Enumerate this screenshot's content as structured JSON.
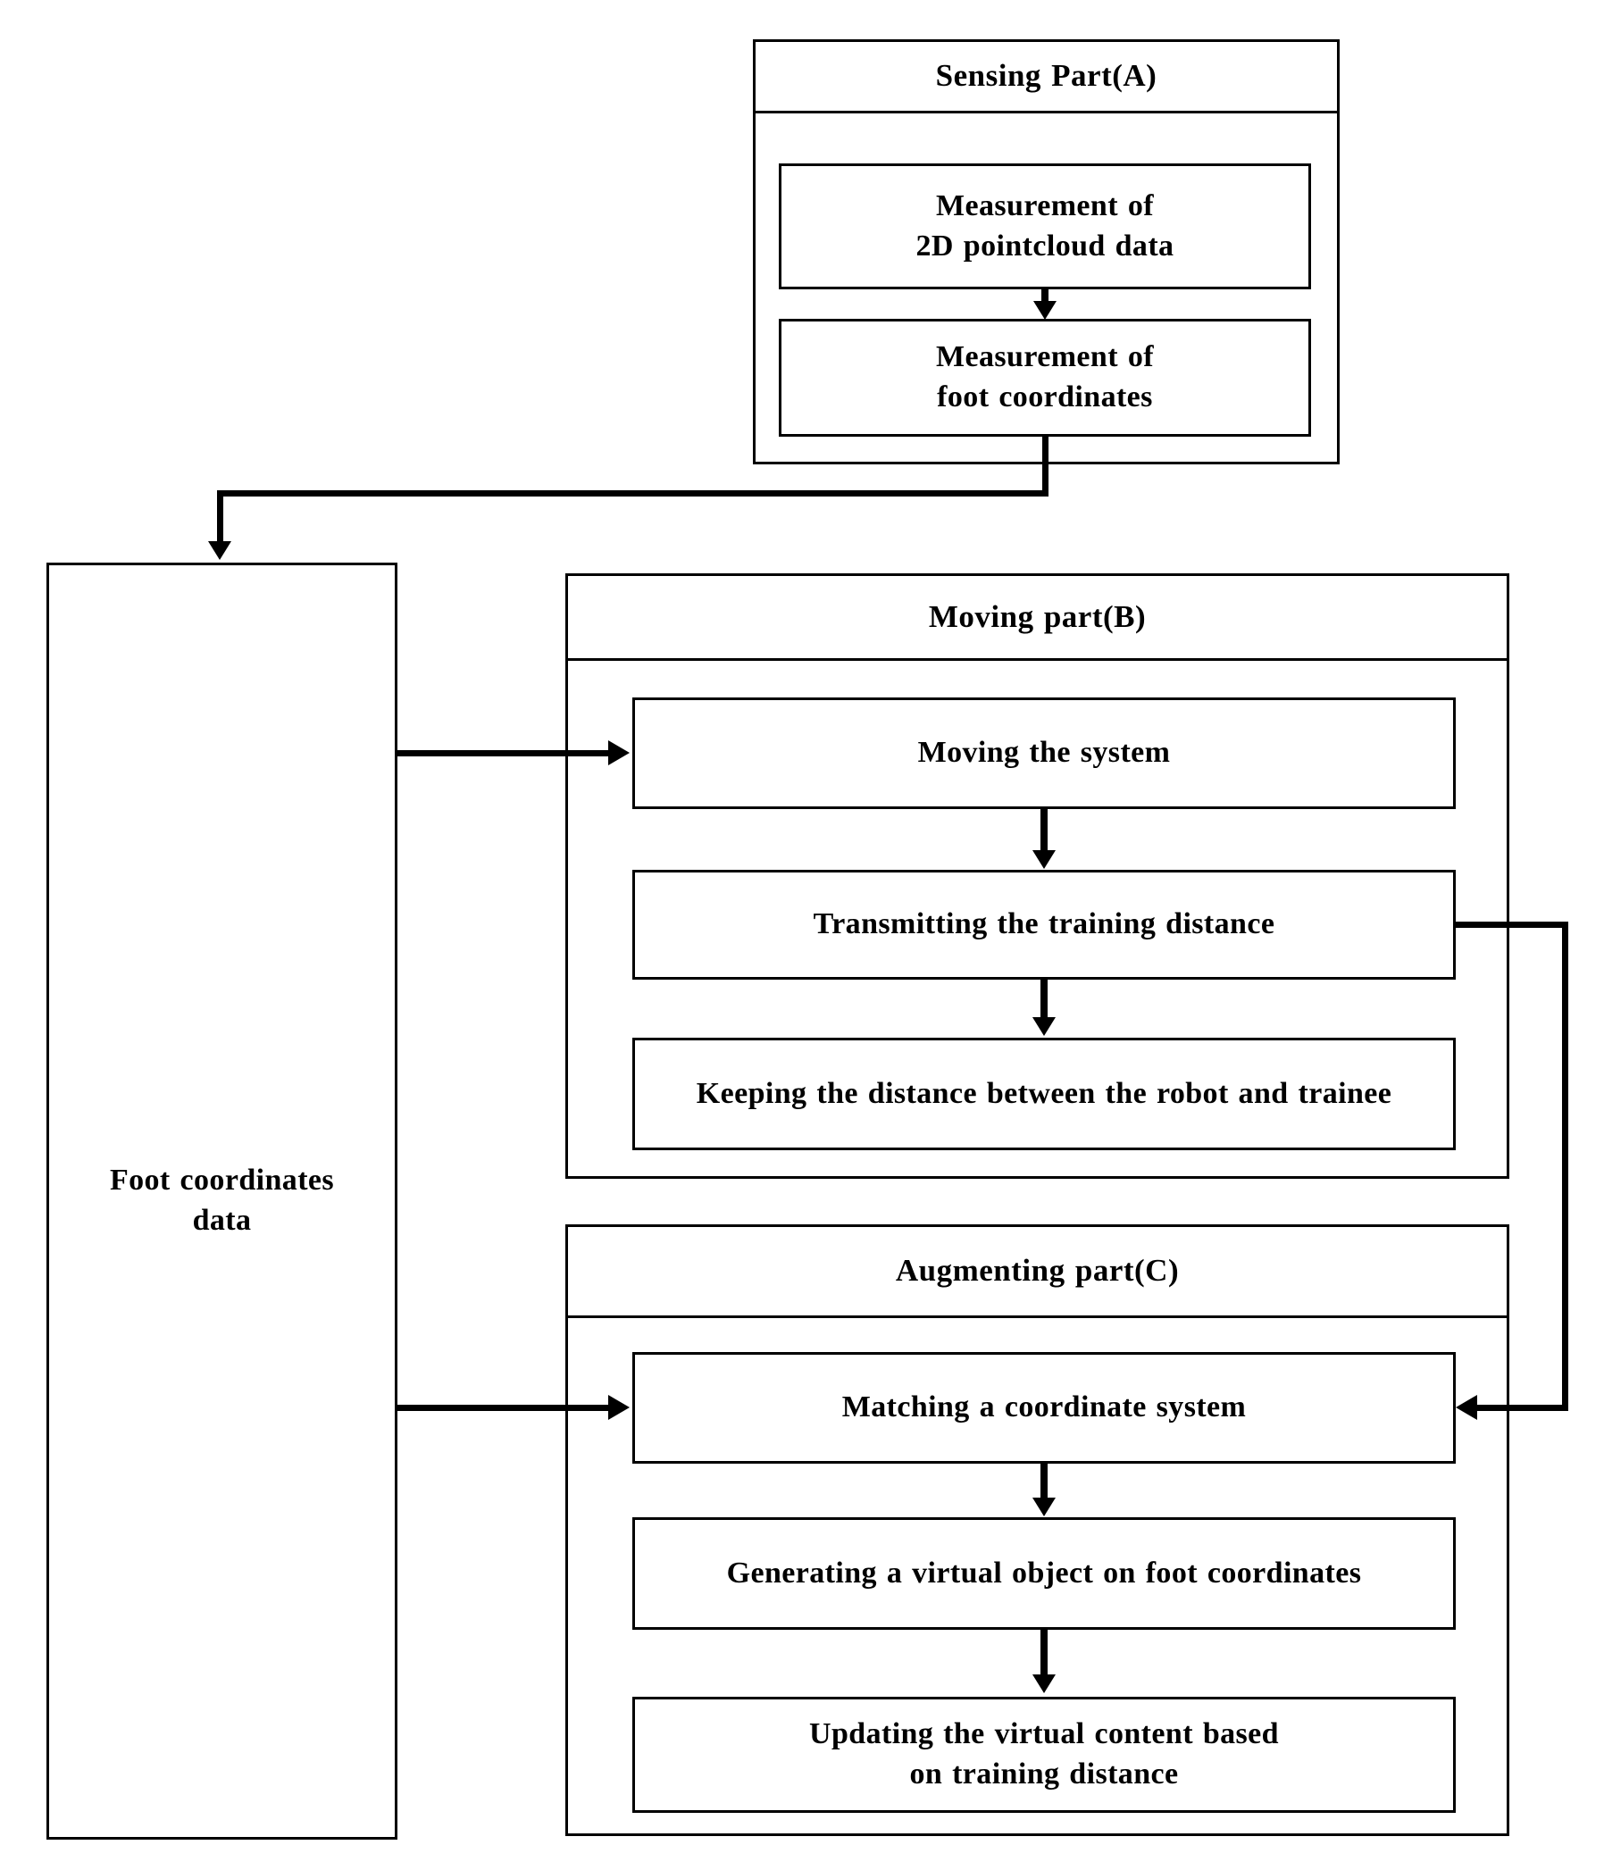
{
  "colors": {
    "ink": "#000000",
    "background": "#ffffff"
  },
  "diagram_type": "flowchart",
  "sections": {
    "sensing": {
      "title": "Sensing Part(A)",
      "steps": [
        "Measurement of\n2D pointcloud data",
        "Measurement of\nfoot coordinates"
      ]
    },
    "foot_data": {
      "label": "Foot coordinates\ndata"
    },
    "moving": {
      "title": "Moving part(B)",
      "steps": [
        "Moving the system",
        "Transmitting the training distance",
        "Keeping the distance between the robot and trainee"
      ]
    },
    "augmenting": {
      "title": "Augmenting part(C)",
      "steps": [
        "Matching a coordinate system",
        "Generating a virtual object on foot coordinates",
        "Updating the virtual content based\non training distance"
      ]
    }
  },
  "connections": [
    "Measurement of 2D pointcloud data -> Measurement of foot coordinates",
    "Sensing Part(A) -> Foot coordinates data",
    "Foot coordinates data -> Moving the system",
    "Moving the system -> Transmitting the training distance",
    "Transmitting the training distance -> Keeping the distance between the robot and trainee",
    "Transmitting the training distance -> Matching a coordinate system",
    "Foot coordinates data -> Matching a coordinate system",
    "Matching a coordinate system -> Generating a virtual object on foot coordinates",
    "Generating a virtual object on foot coordinates -> Updating the virtual content based on training distance"
  ]
}
